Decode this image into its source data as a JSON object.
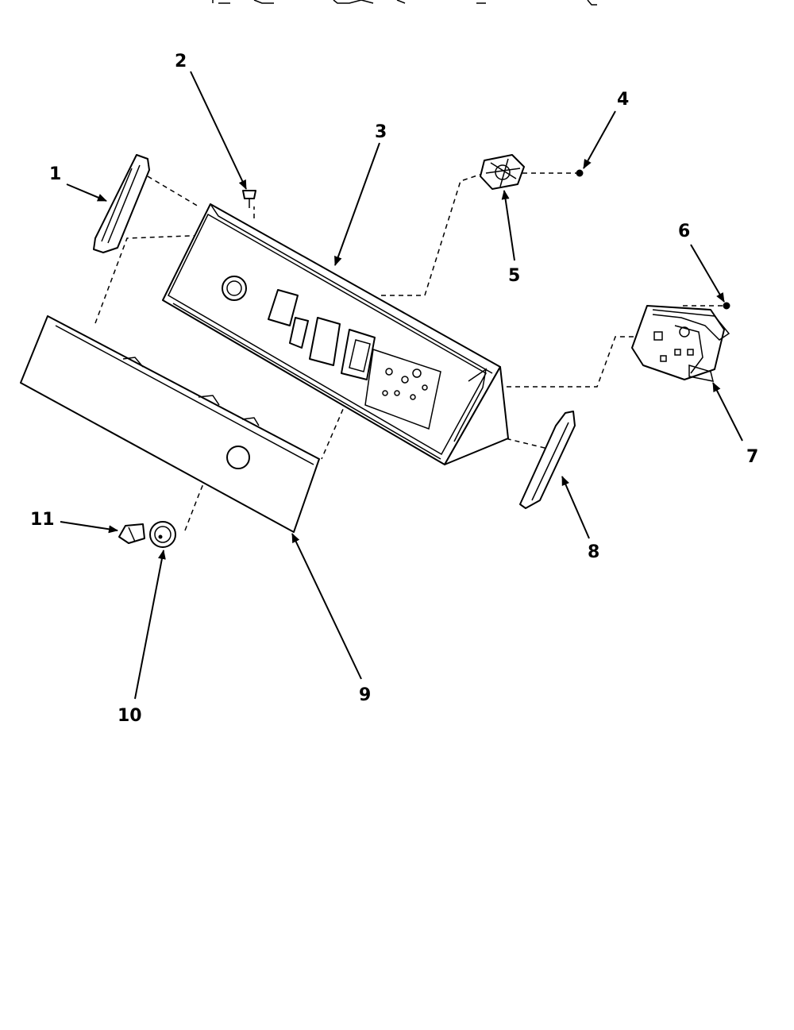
{
  "header_fragment": "",
  "callouts": [
    {
      "id": "1",
      "label": "1"
    },
    {
      "id": "2",
      "label": "2"
    },
    {
      "id": "3",
      "label": "3"
    },
    {
      "id": "4",
      "label": "4"
    },
    {
      "id": "5",
      "label": "5"
    },
    {
      "id": "6",
      "label": "6"
    },
    {
      "id": "7",
      "label": "7"
    },
    {
      "id": "8",
      "label": "8"
    },
    {
      "id": "9",
      "label": "9"
    },
    {
      "id": "10",
      "label": "10"
    },
    {
      "id": "11",
      "label": "11"
    }
  ],
  "colors": {
    "line": "#000000",
    "background": "#ffffff"
  }
}
